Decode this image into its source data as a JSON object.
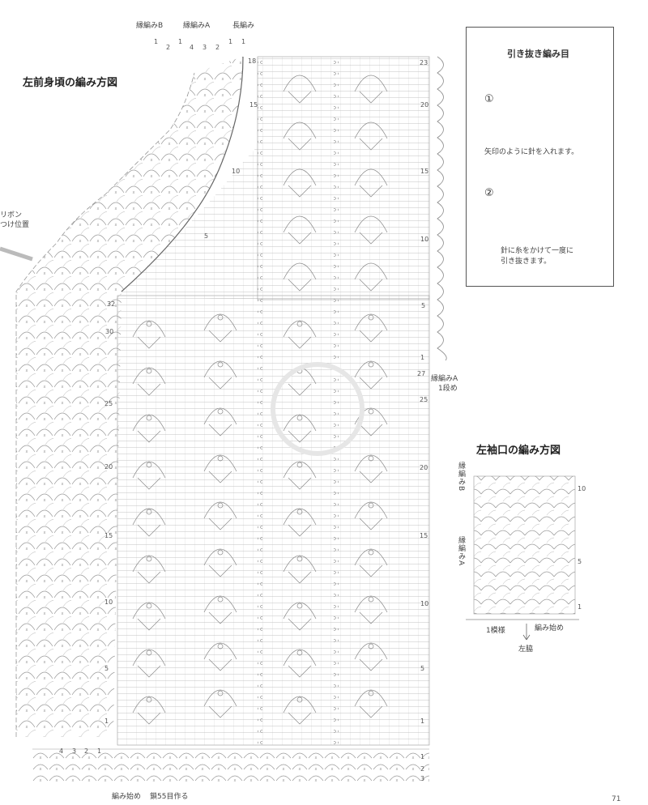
{
  "page": {
    "title_main": "左前身頃の編み方図",
    "title_cuff": "左袖口の編み方図",
    "page_number": "71"
  },
  "main_chart": {
    "pattern_labels": [
      "縁編みB",
      "縁編みA",
      "長編み"
    ],
    "edge_a_cols": [
      "1",
      "2",
      "1",
      "4",
      "3",
      "2",
      "1",
      "1"
    ],
    "inner_row_marks": [
      "18",
      "15",
      "10",
      "5",
      "32",
      "30",
      "25",
      "20",
      "15",
      "10",
      "5",
      "1"
    ],
    "right_row_marks": [
      "23",
      "20",
      "15",
      "10",
      "5",
      "1",
      "27",
      "25",
      "20",
      "15",
      "10",
      "5",
      "1",
      "1",
      "2",
      "3"
    ],
    "ribbon_label_1": "リボン",
    "ribbon_label_2": "つけ位置",
    "edge_a_start_1": "縁編みA",
    "edge_a_start_2": "1段め",
    "bottom_cols": [
      "4",
      "3",
      "2",
      "1"
    ],
    "start_label": "編み始め",
    "chain_label": "鎖55目作る"
  },
  "legend": {
    "title": "引き抜き編み目",
    "step1_num": "①",
    "step1_text": "矢印のように針を入れます。",
    "step2_num": "②",
    "step2_text_1": "針に糸をかけて一度に",
    "step2_text_2": "引き抜きます。"
  },
  "cuff": {
    "label_b": "縁編みB",
    "label_a": "縁編みA",
    "row_10": "10",
    "row_5": "5",
    "row_1": "1",
    "one_repeat": "1模様",
    "start": "編み始め",
    "side": "左脇"
  },
  "colors": {
    "line": "#8a8a8a",
    "text": "#333333"
  }
}
